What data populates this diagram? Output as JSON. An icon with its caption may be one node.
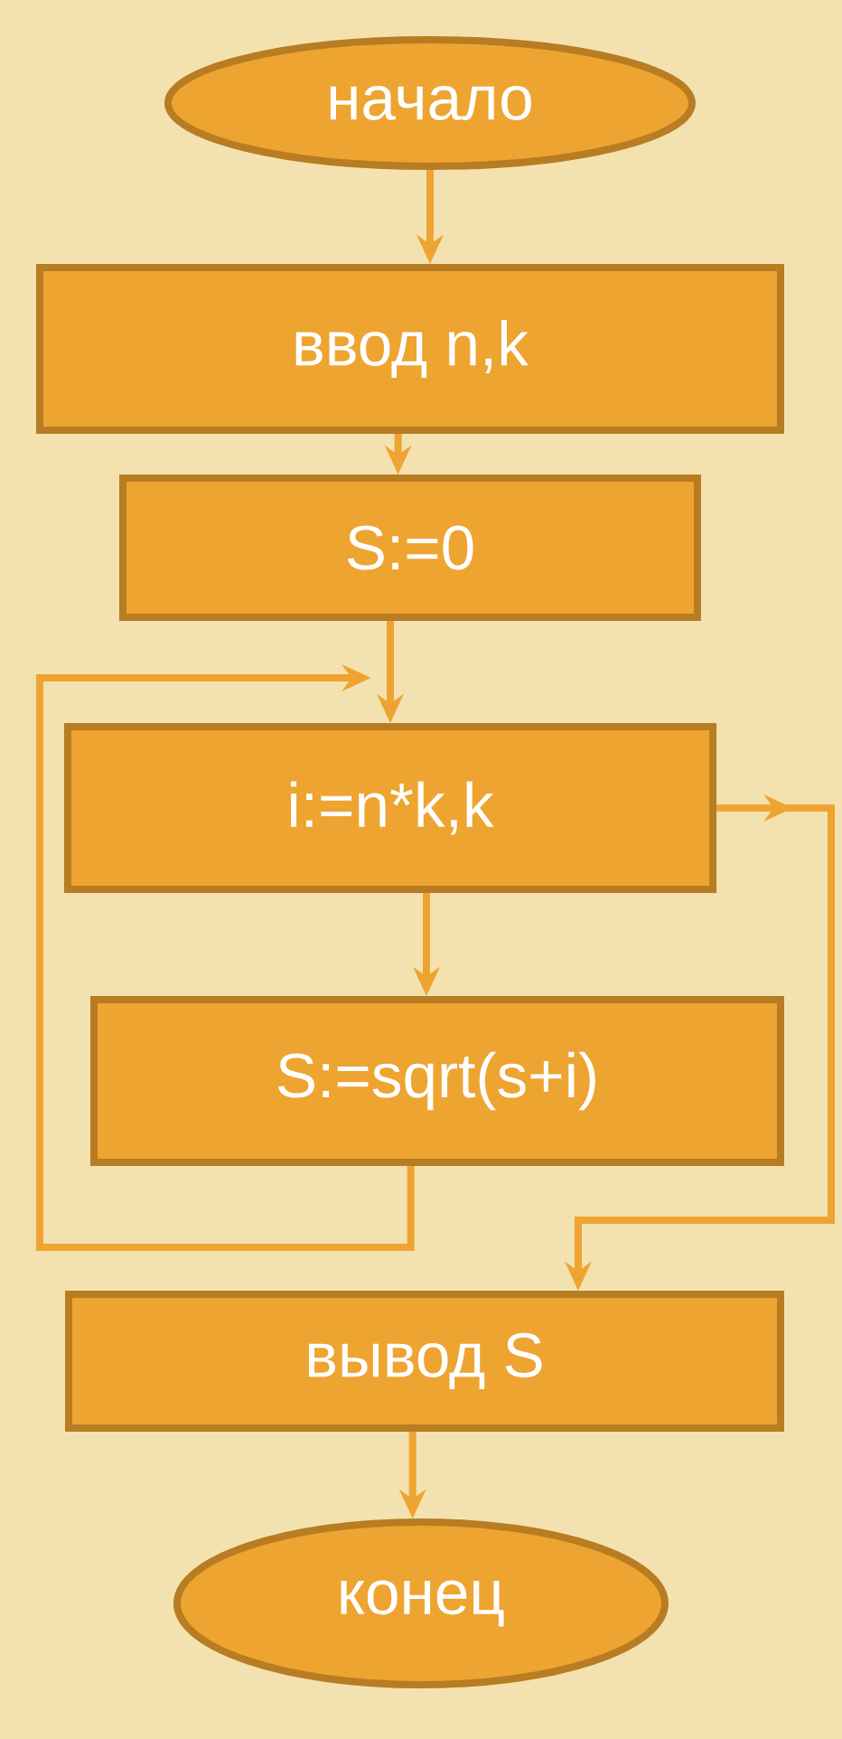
{
  "diagram": {
    "nodes": [
      {
        "text": [
          "начало"
        ]
      },
      {
        "text": [
          "ввод  n,k"
        ]
      },
      {
        "text": [
          "S:=0"
        ]
      },
      {
        "text": [
          "i:=n*k,k"
        ]
      },
      {
        "text": [
          "S:=sqrt(s+i)"
        ]
      },
      {
        "text": [
          "вывод S"
        ]
      },
      {
        "text": [
          "конец"
        ]
      }
    ],
    "edges": [
      {
        "from": 0,
        "to": 1,
        "arrow": "to"
      },
      {
        "from": 1,
        "to": 2,
        "arrow": "to"
      },
      {
        "from": 2,
        "to": 3,
        "arrow": "to"
      },
      {
        "from": 3,
        "to": 4,
        "arrow": "to"
      },
      {
        "from": 4,
        "to": 3,
        "arrow": "to"
      },
      {
        "from": 3,
        "to": 5,
        "arrow": "to"
      },
      {
        "from": 5,
        "to": 6,
        "arrow": "to"
      }
    ]
  }
}
